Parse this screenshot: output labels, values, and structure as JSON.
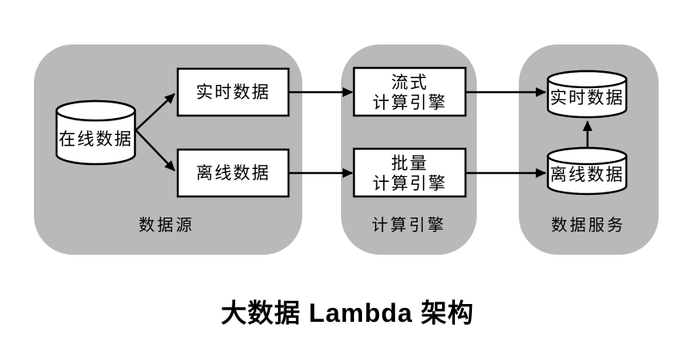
{
  "title": "大数据 Lambda 架构",
  "colors": {
    "panel_fill": "#b9b9b9",
    "node_fill": "#ffffff",
    "line": "#000000",
    "background": "#ffffff"
  },
  "panels": [
    {
      "id": "data-source",
      "label": "数据源"
    },
    {
      "id": "compute-engine",
      "label": "计算引擎"
    },
    {
      "id": "data-service",
      "label": "数据服务"
    }
  ],
  "nodes": {
    "online_data": {
      "shape": "cylinder",
      "label": "在线数据"
    },
    "realtime_src": {
      "shape": "rect",
      "label": "实时数据"
    },
    "offline_src": {
      "shape": "rect",
      "label": "离线数据"
    },
    "stream_engine": {
      "shape": "rect",
      "lines": [
        "流式",
        "计算引擎"
      ]
    },
    "batch_engine": {
      "shape": "rect",
      "lines": [
        "批量",
        "计算引擎"
      ]
    },
    "realtime_svc": {
      "shape": "cylinder",
      "label": "实时数据"
    },
    "offline_svc": {
      "shape": "cylinder",
      "label": "离线数据"
    }
  },
  "edges": [
    {
      "from": "online_data",
      "to": "realtime_src"
    },
    {
      "from": "online_data",
      "to": "offline_src"
    },
    {
      "from": "realtime_src",
      "to": "stream_engine"
    },
    {
      "from": "offline_src",
      "to": "batch_engine"
    },
    {
      "from": "stream_engine",
      "to": "realtime_svc"
    },
    {
      "from": "batch_engine",
      "to": "offline_svc"
    },
    {
      "from": "offline_svc",
      "to": "realtime_svc"
    }
  ]
}
